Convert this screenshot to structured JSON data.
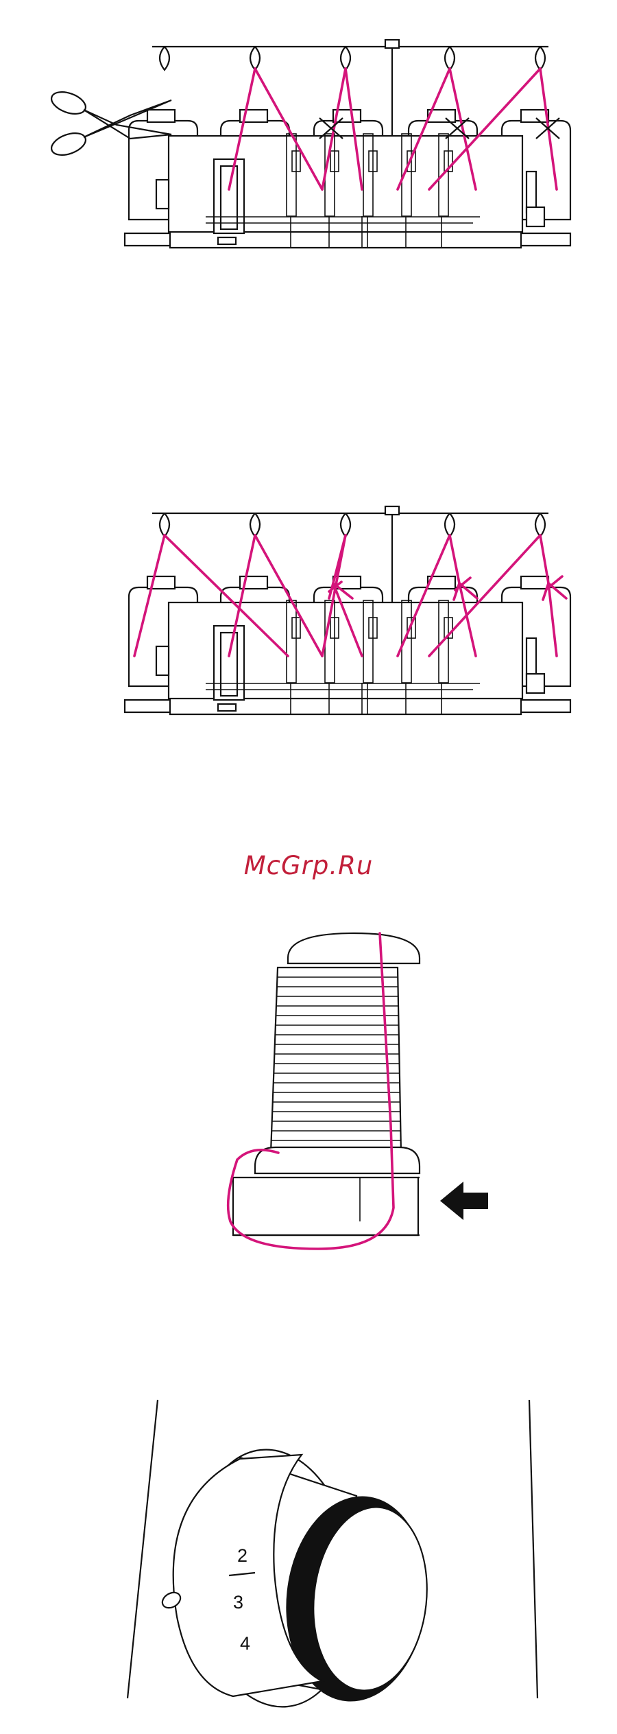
{
  "watermark": {
    "text": "McGrp.Ru"
  },
  "tension_dial": {
    "numbers": [
      "2",
      "3",
      "4"
    ],
    "current_setting_marker": "2-3"
  },
  "colors": {
    "thread": "#d4147a",
    "line_art": "#111111",
    "watermark": "#c21f3a"
  },
  "icons": {
    "step1": "scissors-icon",
    "step1_marks": "x-cut-mark-icon",
    "step3_arrow": "arrow-left-icon"
  }
}
